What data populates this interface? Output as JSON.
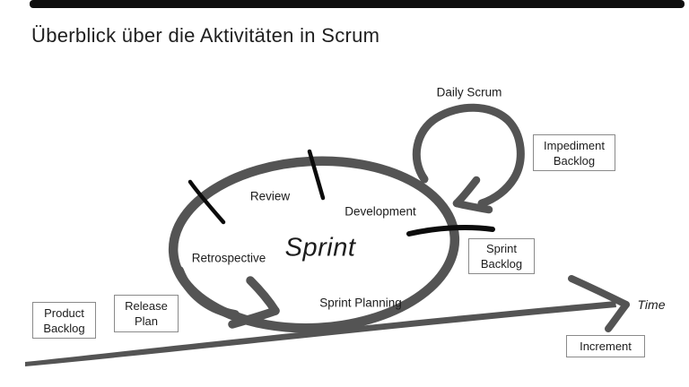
{
  "slide": {
    "title": "Überblick über die Aktivitäten in Scrum"
  },
  "diagram": {
    "sprint_label": "Sprint",
    "activity_labels": {
      "daily_scrum": "Daily Scrum",
      "review": "Review",
      "development": "Development",
      "retrospective": "Retrospective",
      "sprint_planning": "Sprint Planning"
    },
    "time_label": "Time",
    "boxes": {
      "impediment_backlog": {
        "line1": "Impediment",
        "line2": "Backlog"
      },
      "sprint_backlog": {
        "line1": "Sprint",
        "line2": "Backlog"
      },
      "product_backlog": {
        "line1": "Product",
        "line2": "Backlog"
      },
      "release_plan": {
        "line1": "Release",
        "line2": "Plan"
      },
      "increment": {
        "line1": "Increment"
      }
    },
    "colors": {
      "stroke": "#545454",
      "tick": "#0c0c0c",
      "text": "#1c1c1c",
      "box_border": "#8a8a8a",
      "background": "#ffffff",
      "top_bar": "#0e0e0e"
    }
  }
}
